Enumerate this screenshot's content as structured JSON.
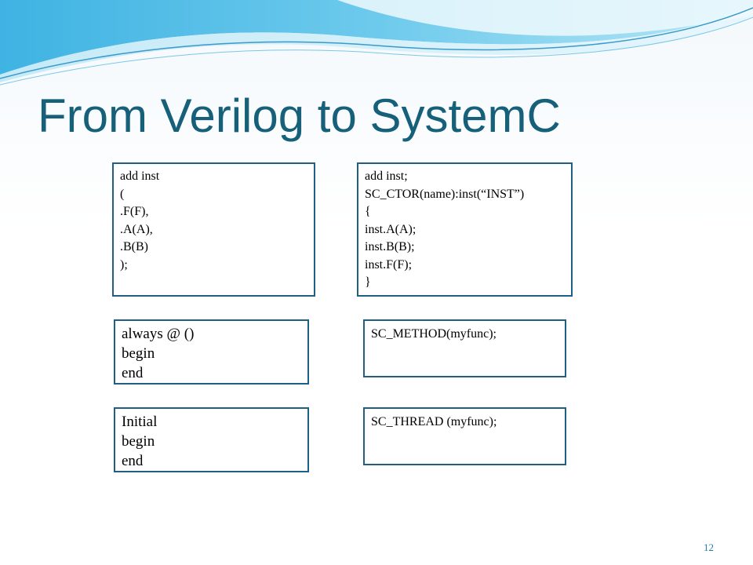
{
  "slide": {
    "title": "From Verilog to SystemC",
    "page_number": "12"
  },
  "boxes": {
    "verilog_inst": [
      "add inst",
      "(",
      ".F(F),",
      ".A(A),",
      ".B(B)",
      ");"
    ],
    "systemc_inst": [
      "add inst;",
      "SC_CTOR(name):inst(“INST”)",
      "{",
      "inst.A(A);",
      "inst.B(B);",
      "inst.F(F);",
      "}"
    ],
    "verilog_always": [
      "always @ ()",
      "begin",
      "end"
    ],
    "systemc_method": [
      "SC_METHOD(myfunc);"
    ],
    "verilog_initial": [
      "Initial",
      "begin",
      "end"
    ],
    "systemc_thread": [
      "SC_THREAD (myfunc);"
    ]
  },
  "colors": {
    "title": "#17607a",
    "box_border": "#1f5f86",
    "wave_dark": "#2a9fd6",
    "wave_light": "#9fdcf0",
    "page_number": "#2a7aa8"
  }
}
